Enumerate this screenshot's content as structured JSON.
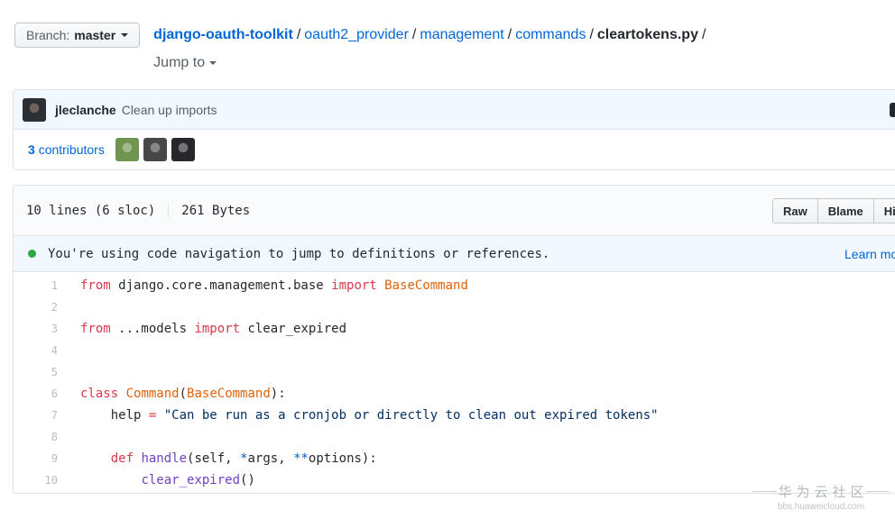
{
  "branch_bar": {
    "branch_label": "Branch:",
    "branch_name": "master",
    "jump_to_label": "Jump to"
  },
  "breadcrumb": {
    "repo": "django-oauth-toolkit",
    "separator": "/",
    "segments": [
      "oauth2_provider",
      "management",
      "commands"
    ],
    "file": "cleartokens.py"
  },
  "commit": {
    "author": "jleclanche",
    "message": "Clean up imports",
    "avatar_color": "#2c2f33",
    "contributors": {
      "count": "3",
      "label": "contributors",
      "avatars": [
        "#6f9450",
        "#474747",
        "#26282d"
      ]
    }
  },
  "file_info": {
    "lines": "10 lines (6 sloc)",
    "size": "261 Bytes",
    "buttons": [
      "Raw",
      "Blame",
      "History"
    ]
  },
  "code_nav": {
    "message": "You're using code navigation to jump to definitions or references.",
    "link": "Learn more",
    "dot_color": "#28a745"
  },
  "code": {
    "lines": [
      {
        "num": "1",
        "tokens": [
          {
            "c": "k",
            "t": "from"
          },
          {
            "c": "p",
            "t": " django.core.management.base "
          },
          {
            "c": "k",
            "t": "import"
          },
          {
            "c": "p",
            "t": " "
          },
          {
            "c": "e",
            "t": "BaseCommand"
          }
        ]
      },
      {
        "num": "2",
        "tokens": []
      },
      {
        "num": "3",
        "tokens": [
          {
            "c": "k",
            "t": "from"
          },
          {
            "c": "p",
            "t": " ...models "
          },
          {
            "c": "k",
            "t": "import"
          },
          {
            "c": "p",
            "t": " clear_expired"
          }
        ]
      },
      {
        "num": "4",
        "tokens": []
      },
      {
        "num": "5",
        "tokens": []
      },
      {
        "num": "6",
        "tokens": [
          {
            "c": "k",
            "t": "class"
          },
          {
            "c": "p",
            "t": " "
          },
          {
            "c": "e",
            "t": "Command"
          },
          {
            "c": "p",
            "t": "("
          },
          {
            "c": "e",
            "t": "BaseCommand"
          },
          {
            "c": "p",
            "t": "):"
          }
        ]
      },
      {
        "num": "7",
        "tokens": [
          {
            "c": "p",
            "t": "    help "
          },
          {
            "c": "k",
            "t": "="
          },
          {
            "c": "p",
            "t": " "
          },
          {
            "c": "s",
            "t": "\"Can be run as a cronjob or directly to clean out expired tokens\""
          }
        ]
      },
      {
        "num": "8",
        "tokens": []
      },
      {
        "num": "9",
        "tokens": [
          {
            "c": "p",
            "t": "    "
          },
          {
            "c": "k",
            "t": "def"
          },
          {
            "c": "p",
            "t": " "
          },
          {
            "c": "en",
            "t": "handle"
          },
          {
            "c": "p",
            "t": "(self, "
          },
          {
            "c": "c1",
            "t": "*"
          },
          {
            "c": "p",
            "t": "args, "
          },
          {
            "c": "c1",
            "t": "**"
          },
          {
            "c": "p",
            "t": "options):"
          }
        ]
      },
      {
        "num": "10",
        "tokens": [
          {
            "c": "p",
            "t": "        "
          },
          {
            "c": "en",
            "t": "clear_expired"
          },
          {
            "c": "p",
            "t": "()"
          }
        ]
      }
    ]
  },
  "watermark": {
    "title": "华为云社区",
    "subtitle": "bbs.huaweicloud.com"
  },
  "colors": {
    "link": "#0366d6",
    "keyword": "#d73a49",
    "entity": "#e36209",
    "function": "#6f42c1",
    "string": "#032f62",
    "constant": "#005cc5",
    "border": "#dfe2e5",
    "blue_bg": "#f1f8ff"
  }
}
